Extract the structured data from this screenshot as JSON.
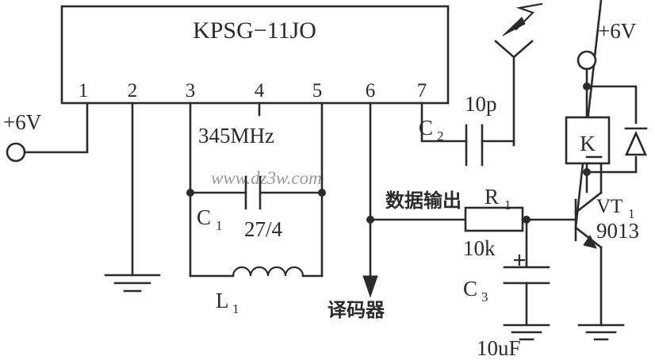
{
  "diagram": {
    "title": "KPSG-11JO 345MHz receiver / decoder circuit",
    "background": "#ffffff",
    "ink": "#2b2b2b",
    "watermark": "www.dz3w.com"
  },
  "ic": {
    "label": "KPSG−11JO",
    "pins": [
      {
        "number": "1",
        "function": "supply"
      },
      {
        "number": "2",
        "function": "ground"
      },
      {
        "number": "3",
        "function": "tank-a"
      },
      {
        "number": "4",
        "function": "tank-mid"
      },
      {
        "number": "5",
        "function": "tank-b"
      },
      {
        "number": "6",
        "function": "data-out"
      },
      {
        "number": "7",
        "function": "antenna"
      }
    ]
  },
  "labels": {
    "supply_left": "+6V",
    "supply_right": "+6V",
    "frequency": "345MHz",
    "decoder": "译码器",
    "data_output": "数据输出"
  },
  "components": {
    "c1": {
      "ref": "C",
      "sub": "1",
      "value": "27/4"
    },
    "c2": {
      "ref": "C",
      "sub": "2",
      "value": "10p"
    },
    "c3": {
      "ref": "C",
      "sub": "3",
      "value": "10uF",
      "polarity": "+"
    },
    "r1": {
      "ref": "R",
      "sub": "1",
      "value": "10k"
    },
    "l1": {
      "ref": "L",
      "sub": "1",
      "value": ""
    },
    "vt1": {
      "ref": "VT",
      "sub": "1",
      "value": "9013",
      "type": "NPN"
    },
    "k1": {
      "ref": "K",
      "value": "",
      "type": "relay"
    },
    "d1": {
      "ref": "",
      "value": "",
      "type": "flyback-diode"
    },
    "ant": {
      "ref": "",
      "value": "",
      "type": "antenna"
    }
  }
}
